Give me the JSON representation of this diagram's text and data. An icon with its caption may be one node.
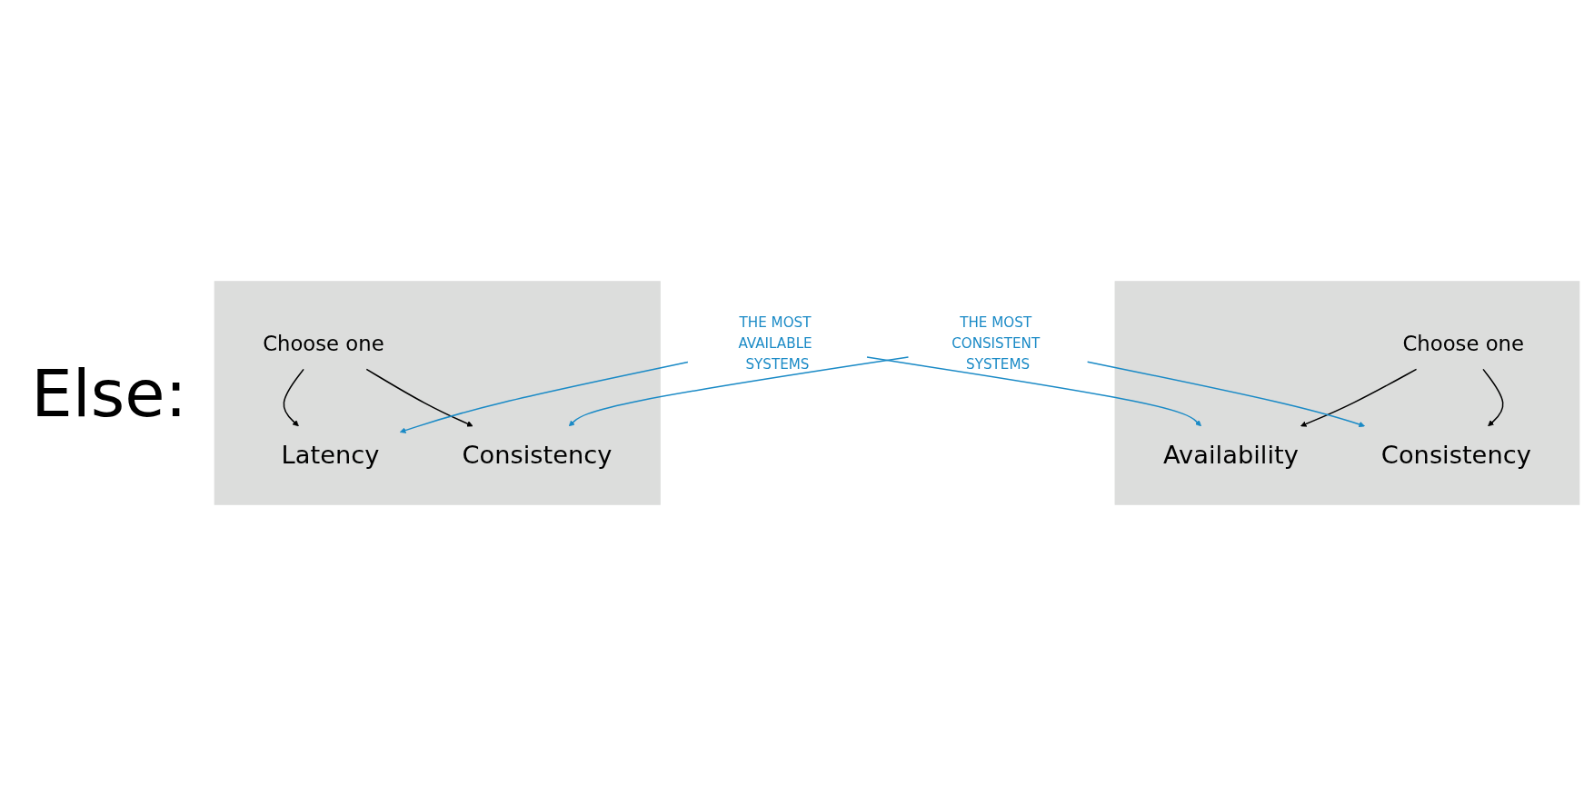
{
  "diagram": {
    "nodes": [
      {
        "text": [],
        "shape": "box"
      },
      {
        "text": [
          "Choose one"
        ],
        "in": 0
      },
      {
        "text": [
          "Availability"
        ],
        "in": 0
      },
      {
        "text": [
          "Consistency"
        ],
        "in": 0
      },
      {
        "text": [],
        "shape": "box"
      },
      {
        "text": [
          "Choose one"
        ],
        "in": 4
      },
      {
        "text": [
          "Latency"
        ],
        "in": 4
      },
      {
        "text": [
          "Consistency"
        ],
        "in": 4
      },
      {
        "text": [
          "THE MOST AVAILABLE SYSTEMS"
        ]
      },
      {
        "text": [
          "THE MOST CONSISTENT SYSTEMS"
        ]
      }
    ],
    "edges": [
      {
        "from": 1,
        "to": 2,
        "arrow": "to"
      },
      {
        "from": 1,
        "to": 3,
        "arrow": "to"
      },
      {
        "from": 5,
        "to": 6,
        "arrow": "to"
      },
      {
        "from": 5,
        "to": 7,
        "arrow": "to"
      },
      {
        "from": 8,
        "to": 2,
        "arrow": "to",
        "color": "#1a8ac6"
      },
      {
        "from": 8,
        "to": 6,
        "arrow": "to",
        "color": "#1a8ac6"
      },
      {
        "from": 9,
        "to": 3,
        "arrow": "to",
        "color": "#1a8ac6"
      },
      {
        "from": 9,
        "to": 7,
        "arrow": "to",
        "color": "#1a8ac6"
      }
    ],
    "labels": [
      "Else:"
    ]
  }
}
